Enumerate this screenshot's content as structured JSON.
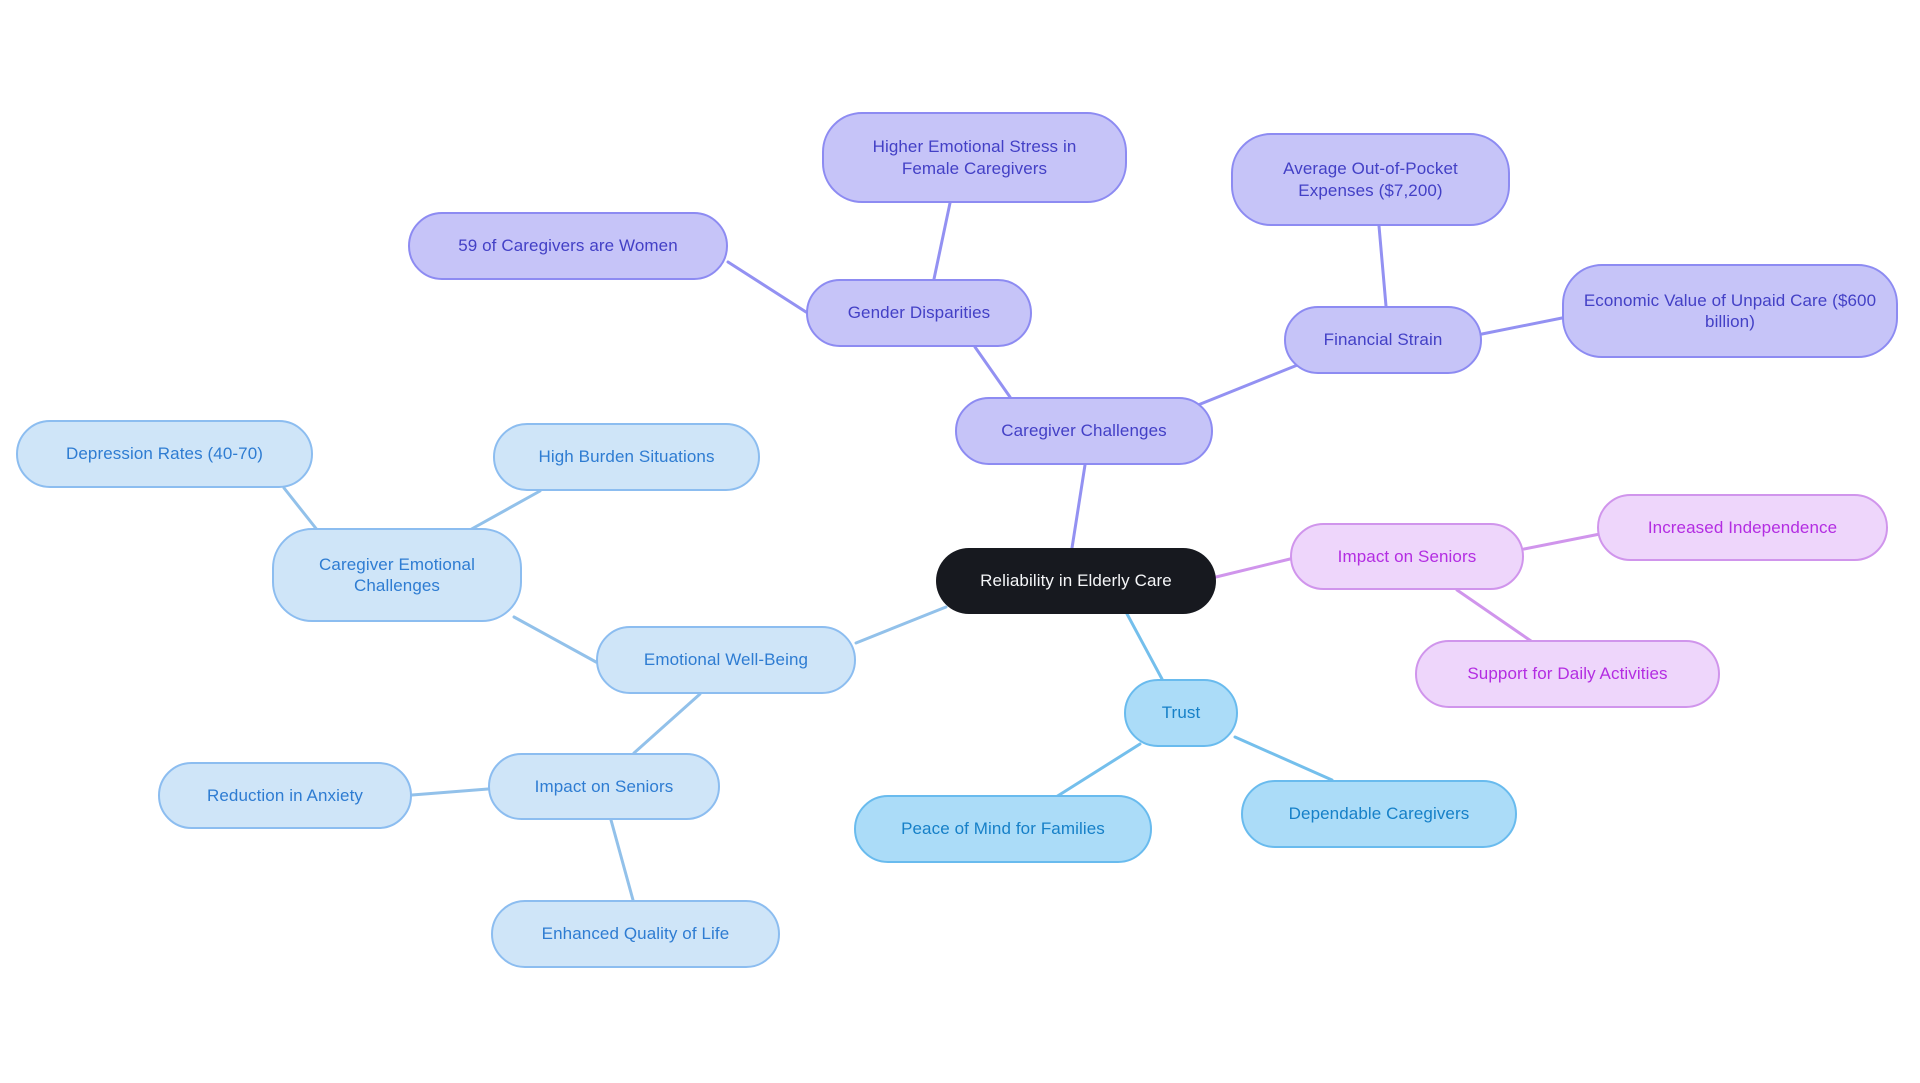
{
  "mindmap": {
    "root": {
      "label": "Reliability in Elderly Care"
    },
    "branches": [
      {
        "label": "Caregiver Challenges",
        "color": "#c6c4f8",
        "children": [
          {
            "label": "Gender Disparities",
            "children": [
              {
                "label": "59 of Caregivers are Women"
              },
              {
                "label": "Higher Emotional Stress in Female Caregivers"
              }
            ]
          },
          {
            "label": "Financial Strain",
            "children": [
              {
                "label": "Average Out-of-Pocket Expenses ($7,200)"
              },
              {
                "label": "Economic Value of Unpaid Care ($600 billion)"
              }
            ]
          }
        ]
      },
      {
        "label": "Emotional Well-Being",
        "color": "#cfe5f8",
        "children": [
          {
            "label": "Caregiver Emotional Challenges",
            "children": [
              {
                "label": "Depression Rates (40-70)"
              },
              {
                "label": "High Burden Situations"
              }
            ]
          },
          {
            "label": "Impact on Seniors",
            "children": [
              {
                "label": "Reduction in Anxiety"
              },
              {
                "label": "Enhanced Quality of Life"
              }
            ]
          }
        ]
      },
      {
        "label": "Trust",
        "color": "#abdcf8",
        "children": [
          {
            "label": "Peace of Mind for Families"
          },
          {
            "label": "Dependable Caregivers"
          }
        ]
      },
      {
        "label": "Impact on Seniors",
        "color": "#eed6fb",
        "children": [
          {
            "label": "Increased Independence"
          },
          {
            "label": "Support for Daily Activities"
          }
        ]
      }
    ]
  },
  "palette": {
    "background": "#ffffff",
    "root_fill": "#17191f",
    "root_text": "#f5f6f8",
    "periwinkle_fill": "#c6c4f8",
    "periwinkle_border": "#8d8bf2",
    "periwinkle_text": "#4340c6",
    "blue_fill": "#cfe5f8",
    "blue_border": "#8cbdf0",
    "blue_text": "#2e7cd2",
    "cyan_fill": "#abdcf8",
    "cyan_border": "#69bbee",
    "cyan_text": "#1680c8",
    "pink_fill": "#eed6fb",
    "pink_border": "#d095ec",
    "pink_text": "#b32de2"
  }
}
